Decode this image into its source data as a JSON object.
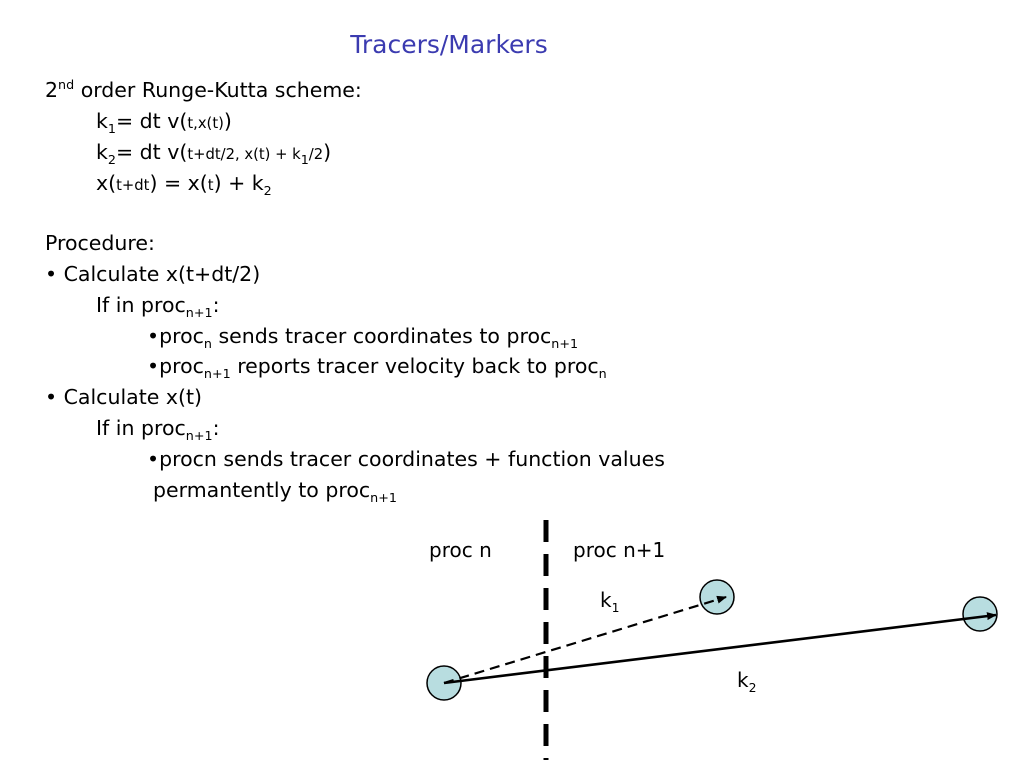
{
  "title": "Tracers/Markers",
  "scheme": {
    "heading_base": "2",
    "heading_sup": "nd",
    "heading_rest": " order Runge-Kutta scheme:",
    "k1": {
      "k": "k",
      "sub": "1",
      "eq": "= dt v(",
      "args": "t,x(t)",
      "close": ")"
    },
    "k2": {
      "k": "k",
      "sub": "2",
      "eq": "= dt v(",
      "args_a": "t+dt/2, x(t) + k",
      "args_sub": "1",
      "args_b": "/2",
      "close": ")"
    },
    "x": {
      "a": "x(",
      "t1": "t+dt",
      "b": ") = x(",
      "t2": "t",
      "c": ") + k",
      "sub": "2"
    }
  },
  "procedure": {
    "heading": "Procedure:",
    "step1": "• Calculate x(t+dt/2)",
    "step1_if": {
      "a": "If in proc",
      "sub": "n+1",
      "b": ":"
    },
    "step1_b1": {
      "a": "•proc",
      "sub1": "n",
      "b": " sends tracer coordinates to proc",
      "sub2": "n+1"
    },
    "step1_b2": {
      "a": "•proc",
      "sub1": "n+1",
      "b": " reports tracer velocity back to proc",
      "sub2": "n"
    },
    "step2": "• Calculate x(t)",
    "step2_if": {
      "a": "If in proc",
      "sub": "n+1",
      "b": ":"
    },
    "step2_b1": "•procn sends tracer coordinates + function values",
    "step2_b1_cont": {
      "a": "permantently to proc",
      "sub": "n+1"
    }
  },
  "diagram": {
    "label_left": "proc n",
    "label_right": "proc n+1",
    "k1_label": {
      "k": "k",
      "sub": "1"
    },
    "k2_label": {
      "k": "k",
      "sub": "2"
    },
    "tracer_fill": "#b8dde0",
    "stroke": "#000000"
  }
}
